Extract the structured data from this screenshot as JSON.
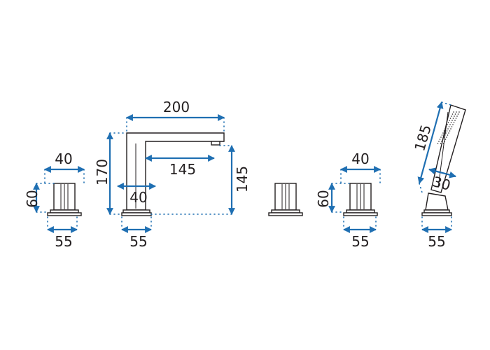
{
  "colors": {
    "dimension": "#1f6fb2",
    "outline": "#231f20",
    "background": "#ffffff"
  },
  "labels": {
    "handle_left_width": "40",
    "handle_left_height": "60",
    "handle_left_base": "55",
    "spout_reach": "200",
    "spout_height": "170",
    "spout_inner_reach": "145",
    "spout_outlet_height": "145",
    "spout_body_width": "40",
    "spout_base": "55",
    "handle_right_width": "40",
    "handle_right_height": "60",
    "handle_right_base": "55",
    "shower_length": "185",
    "shower_head_width": "30",
    "shower_base": "55"
  }
}
